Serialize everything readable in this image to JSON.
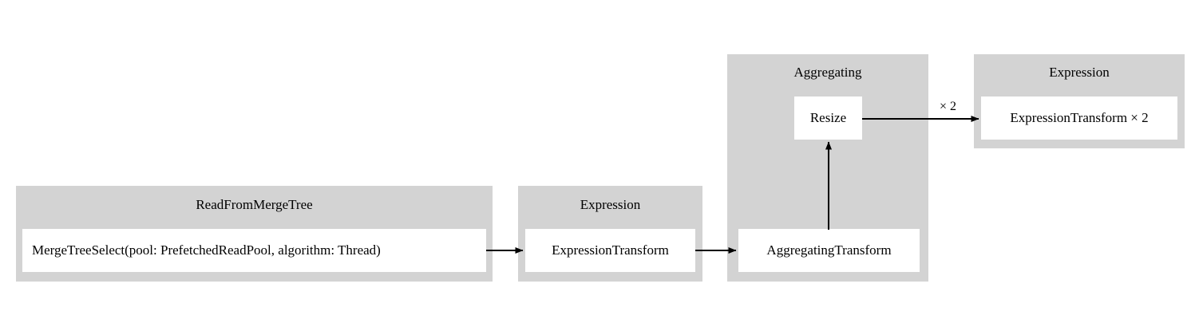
{
  "diagram": {
    "type": "query-pipeline-graph",
    "background": "#ffffff",
    "cluster_fill": "#d3d3d3",
    "node_fill": "#ffffff",
    "stroke": "#000000",
    "clusters": [
      {
        "id": "read-from-merge-tree",
        "label": "ReadFromMergeTree",
        "nodes": [
          {
            "id": "merge-tree-select",
            "label": "MergeTreeSelect(pool: PrefetchedReadPool, algorithm: Thread)"
          }
        ]
      },
      {
        "id": "expression-lower",
        "label": "Expression",
        "nodes": [
          {
            "id": "expression-transform",
            "label": "ExpressionTransform"
          }
        ]
      },
      {
        "id": "aggregating",
        "label": "Aggregating",
        "nodes": [
          {
            "id": "resize",
            "label": "Resize"
          },
          {
            "id": "aggregating-transform",
            "label": "AggregatingTransform"
          }
        ]
      },
      {
        "id": "expression-upper",
        "label": "Expression",
        "nodes": [
          {
            "id": "expression-transform-x2",
            "label": "ExpressionTransform × 2"
          }
        ]
      }
    ],
    "edges": [
      {
        "id": "edge-merge-to-expression",
        "from": "merge-tree-select",
        "to": "expression-transform",
        "label": ""
      },
      {
        "id": "edge-expression-to-aggregating",
        "from": "expression-transform",
        "to": "aggregating-transform",
        "label": ""
      },
      {
        "id": "edge-aggregating-to-resize",
        "from": "aggregating-transform",
        "to": "resize",
        "label": ""
      },
      {
        "id": "edge-resize-to-expression-x2",
        "from": "resize",
        "to": "expression-transform-x2",
        "label": "× 2"
      }
    ]
  }
}
